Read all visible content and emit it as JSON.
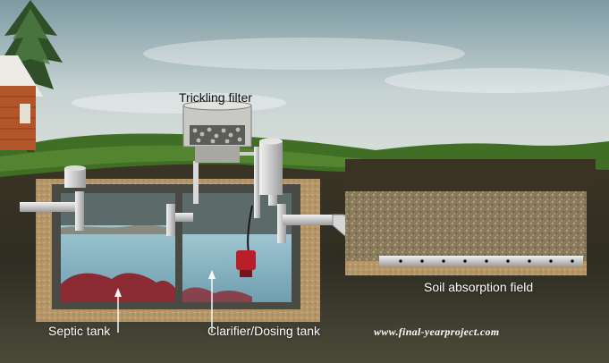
{
  "labels": {
    "trickling_filter": "Trickling filter",
    "septic_tank": "Septic tank",
    "clarifier_dosing_tank": "Clarifier/Dosing tank",
    "soil_absorption_field": "Soil absorption field"
  },
  "watermark": "www.final-yearproject.com"
}
